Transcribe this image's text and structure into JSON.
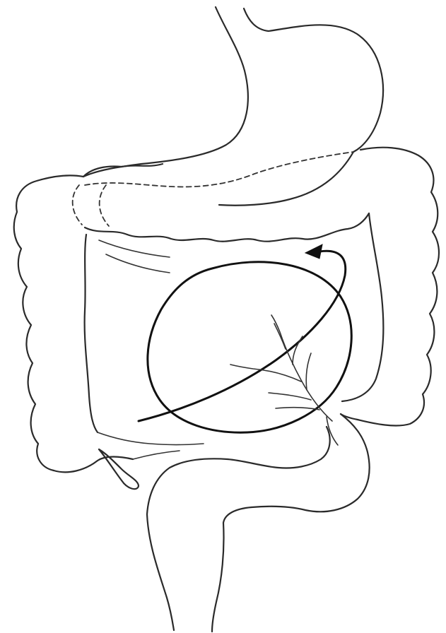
{
  "figure": {
    "structures": [
      "stomach",
      "transverse-colon",
      "ascending-colon",
      "descending-colon",
      "appendix",
      "mesentery",
      "sigmoid-colon",
      "rectum"
    ],
    "annotations": {
      "rotation_arrow": "counterclockwise-rotation",
      "hidden_outline_style": "dashed"
    }
  }
}
